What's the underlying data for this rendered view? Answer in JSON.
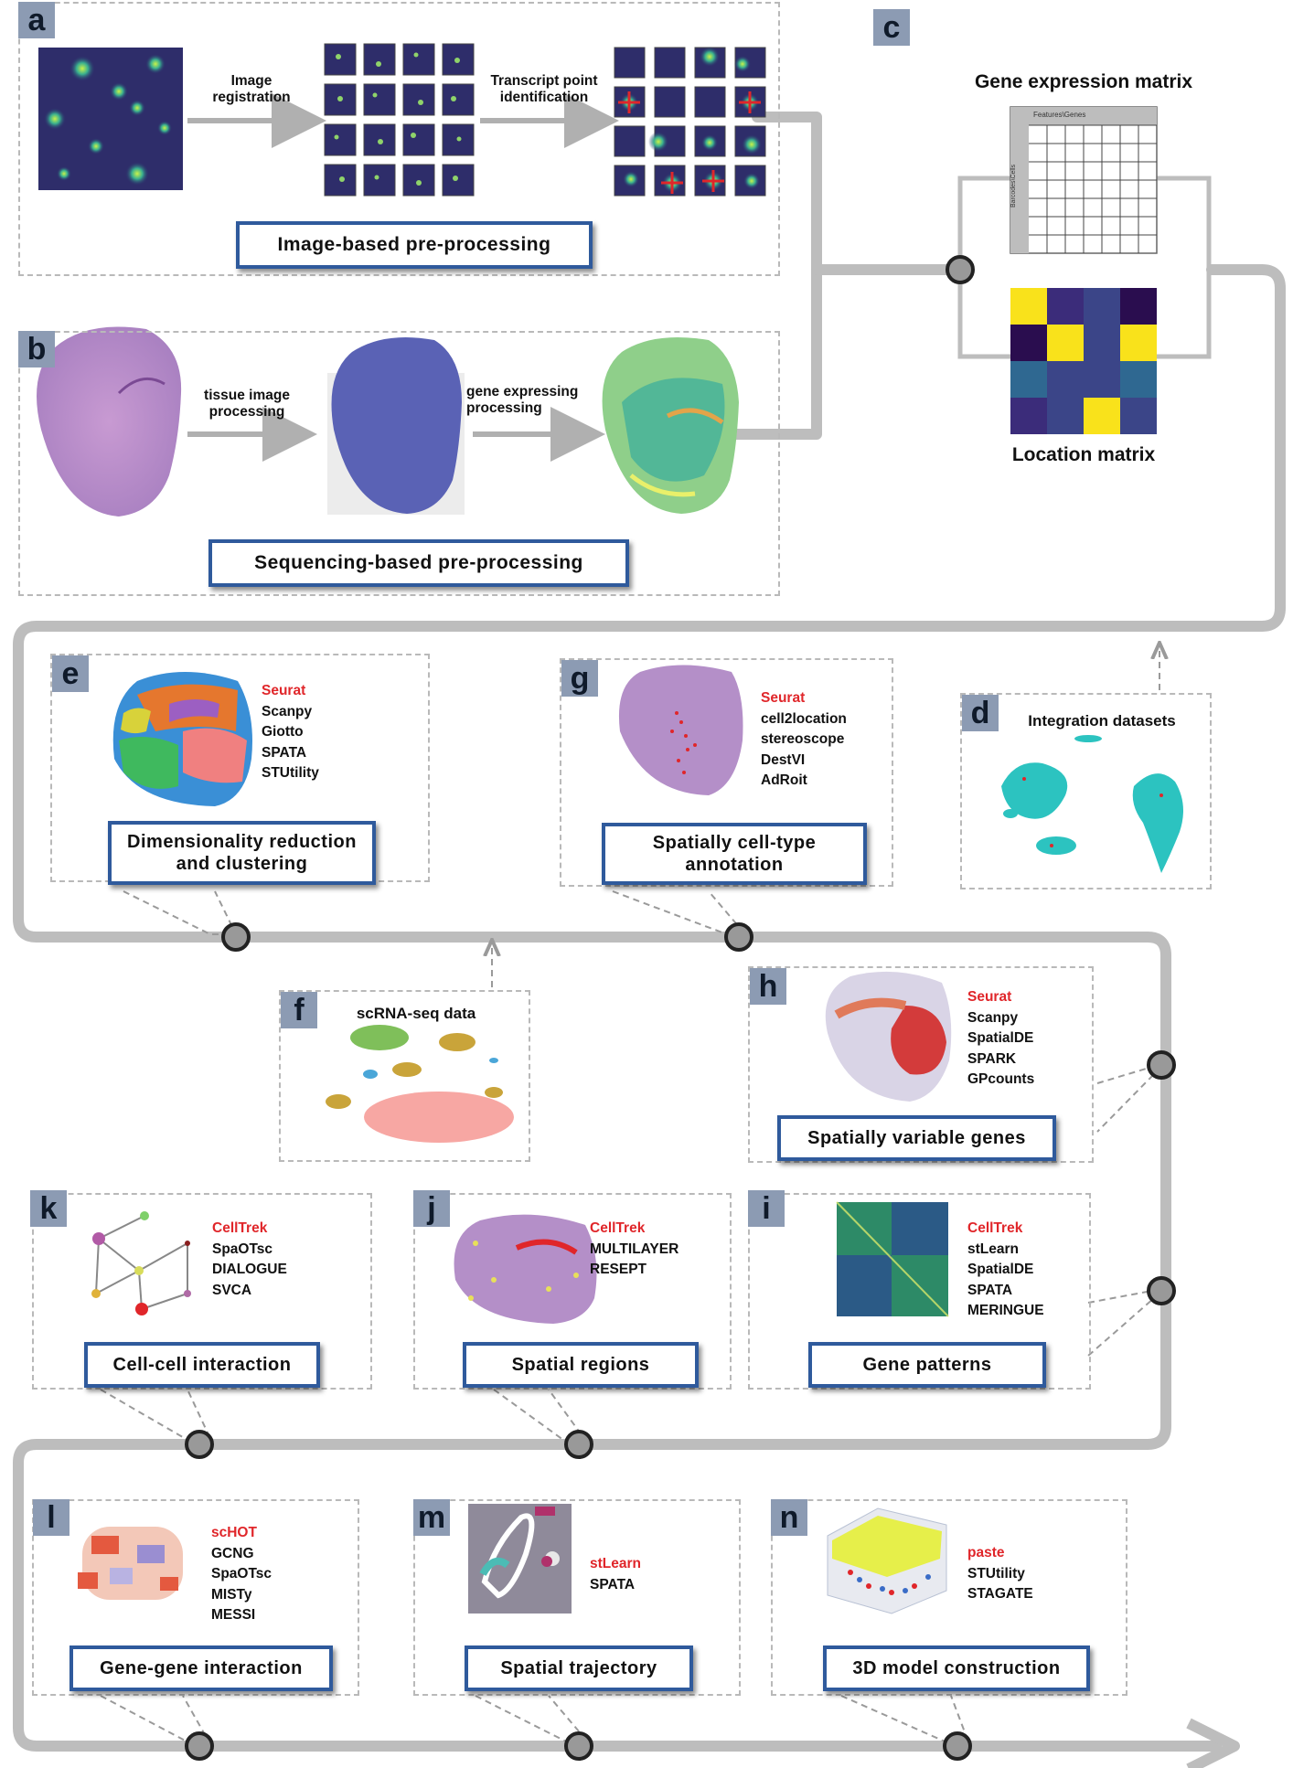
{
  "panels": {
    "a": {
      "letter": "a",
      "title": "Image-based pre-processing",
      "step1": "Image\nregistration",
      "step2": "Transcript point\nidentification"
    },
    "b": {
      "letter": "b",
      "title": "Sequencing-based pre-processing",
      "step1": "tissue image\nprocessing",
      "step2": "gene expressing\nprocessing"
    },
    "c": {
      "letter": "c",
      "top": "Gene expression matrix",
      "bottom": "Location matrix",
      "table_header": "Features\\Genes",
      "table_side": "Barcodes\\Cells"
    },
    "d": {
      "letter": "d",
      "heading": "Integration datasets"
    },
    "e": {
      "letter": "e",
      "title": "Dimensionality reduction\nand clustering",
      "tools": [
        "Seurat",
        "Scanpy",
        "Giotto",
        "SPATA",
        "STUtility"
      ]
    },
    "f": {
      "letter": "f",
      "heading": "scRNA-seq data"
    },
    "g": {
      "letter": "g",
      "title": "Spatially cell-type\nannotation",
      "tools": [
        "Seurat",
        "cell2location",
        "stereoscope",
        "DestVI",
        "AdRoit"
      ]
    },
    "h": {
      "letter": "h",
      "title": "Spatially variable genes",
      "tools": [
        "Seurat",
        "Scanpy",
        "SpatialDE",
        "SPARK",
        "GPcounts"
      ]
    },
    "i": {
      "letter": "i",
      "title": "Gene patterns",
      "tools": [
        "CellTrek",
        "stLearn",
        "SpatialDE",
        "SPATA",
        "MERINGUE"
      ]
    },
    "j": {
      "letter": "j",
      "title": "Spatial regions",
      "tools": [
        "CellTrek",
        "MULTILAYER",
        "RESEPT"
      ]
    },
    "k": {
      "letter": "k",
      "title": "Cell-cell interaction",
      "tools": [
        "CellTrek",
        "SpaOTsc",
        "DIALOGUE",
        "SVCA"
      ]
    },
    "l": {
      "letter": "l",
      "title": "Gene-gene interaction",
      "tools": [
        "scHOT",
        "GCNG",
        "SpaOTsc",
        "MISTy",
        "MESSI"
      ]
    },
    "m": {
      "letter": "m",
      "title": "Spatial trajectory",
      "tools": [
        "stLearn",
        "SPATA"
      ]
    },
    "n": {
      "letter": "n",
      "title": "3D model construction",
      "tools": [
        "paste",
        "STUtility",
        "STAGATE"
      ]
    }
  },
  "colors": {
    "accent_border": "#2f5a9c",
    "highlight_tool": "#e0262a",
    "letter_bg": "#8c9bb3",
    "flow_line": "#bdbdbd",
    "dashed_border": "#b9b9b9"
  }
}
